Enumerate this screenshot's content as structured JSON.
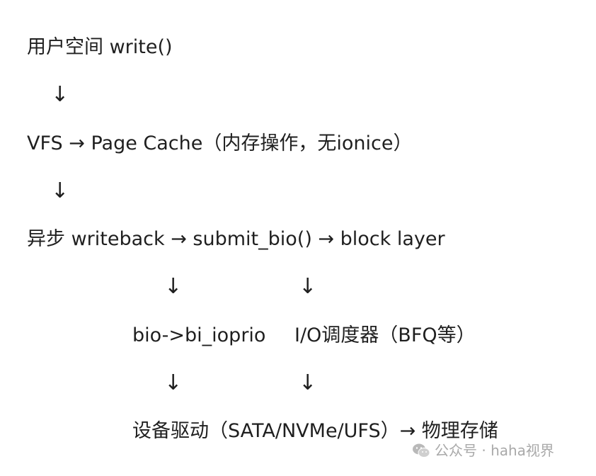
{
  "diagram": {
    "line1": "用户空间 write()",
    "arrow1": "↓",
    "line2": "VFS → Page Cache（内存操作，无ionice）",
    "arrow2": "↓",
    "line3": "异步 writeback → submit_bio() → block layer",
    "arrow3_left": "↓",
    "arrow3_right": "↓",
    "line4_left": "bio->bi_ioprio",
    "line4_right": "I/O调度器（BFQ等）",
    "arrow4_left": "↓",
    "arrow4_right": "↓",
    "line5": "设备驱动（SATA/NVMe/UFS）→ 物理存储"
  },
  "watermark": {
    "icon": "wechat-icon",
    "text": "公众号 · haha视界",
    "color": "#a9a9a9"
  }
}
